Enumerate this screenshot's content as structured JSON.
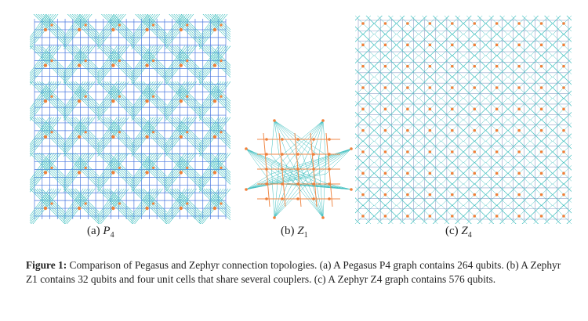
{
  "figure": {
    "panels": [
      {
        "tag": "(a)",
        "symbol": "P",
        "subscript": "4"
      },
      {
        "tag": "(b)",
        "symbol": "Z",
        "subscript": "1"
      },
      {
        "tag": "(c)",
        "symbol": "Z",
        "subscript": "4"
      }
    ],
    "caption": {
      "label": "Figure 1:",
      "text": " Comparison of Pegasus and Zephyr connection topologies. (a) A Pegasus P4 graph contains 264 qubits. (b) A Zephyr Z1 contains 32 qubits and four unit cells that share several couplers. (c) A Zephyr Z4 graph contains 576 qubits."
    },
    "colors": {
      "grid": "#4a78e0",
      "coupler": "#3fbfbf",
      "node": "#f0803a",
      "edge_orange": "#f08a4a"
    }
  }
}
